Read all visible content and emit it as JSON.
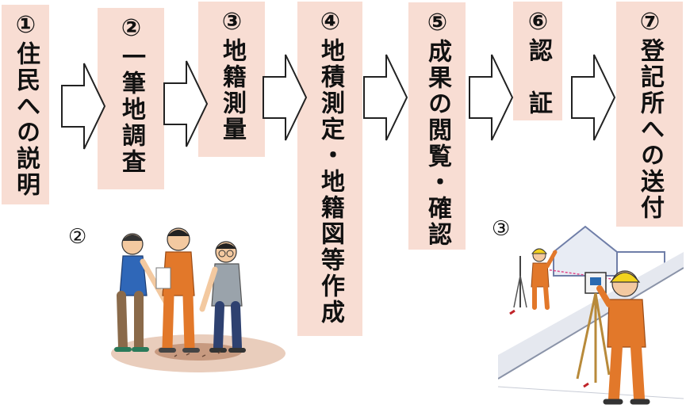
{
  "steps": [
    {
      "label": "①住民への説明"
    },
    {
      "label": "②一筆地調査"
    },
    {
      "label": "③地籍測量"
    },
    {
      "label": "④地積測定・地籍図等作成"
    },
    {
      "label": "⑤成果の閲覧・確認"
    },
    {
      "label": "⑥認　証"
    },
    {
      "label": "⑦登記所への送付"
    }
  ],
  "illustrations": [
    {
      "caption": "②"
    },
    {
      "caption": "③"
    }
  ],
  "colors": {
    "box": "#f8ddd3",
    "arrow_stroke": "#222222",
    "arrow_fill": "#ffffff"
  }
}
